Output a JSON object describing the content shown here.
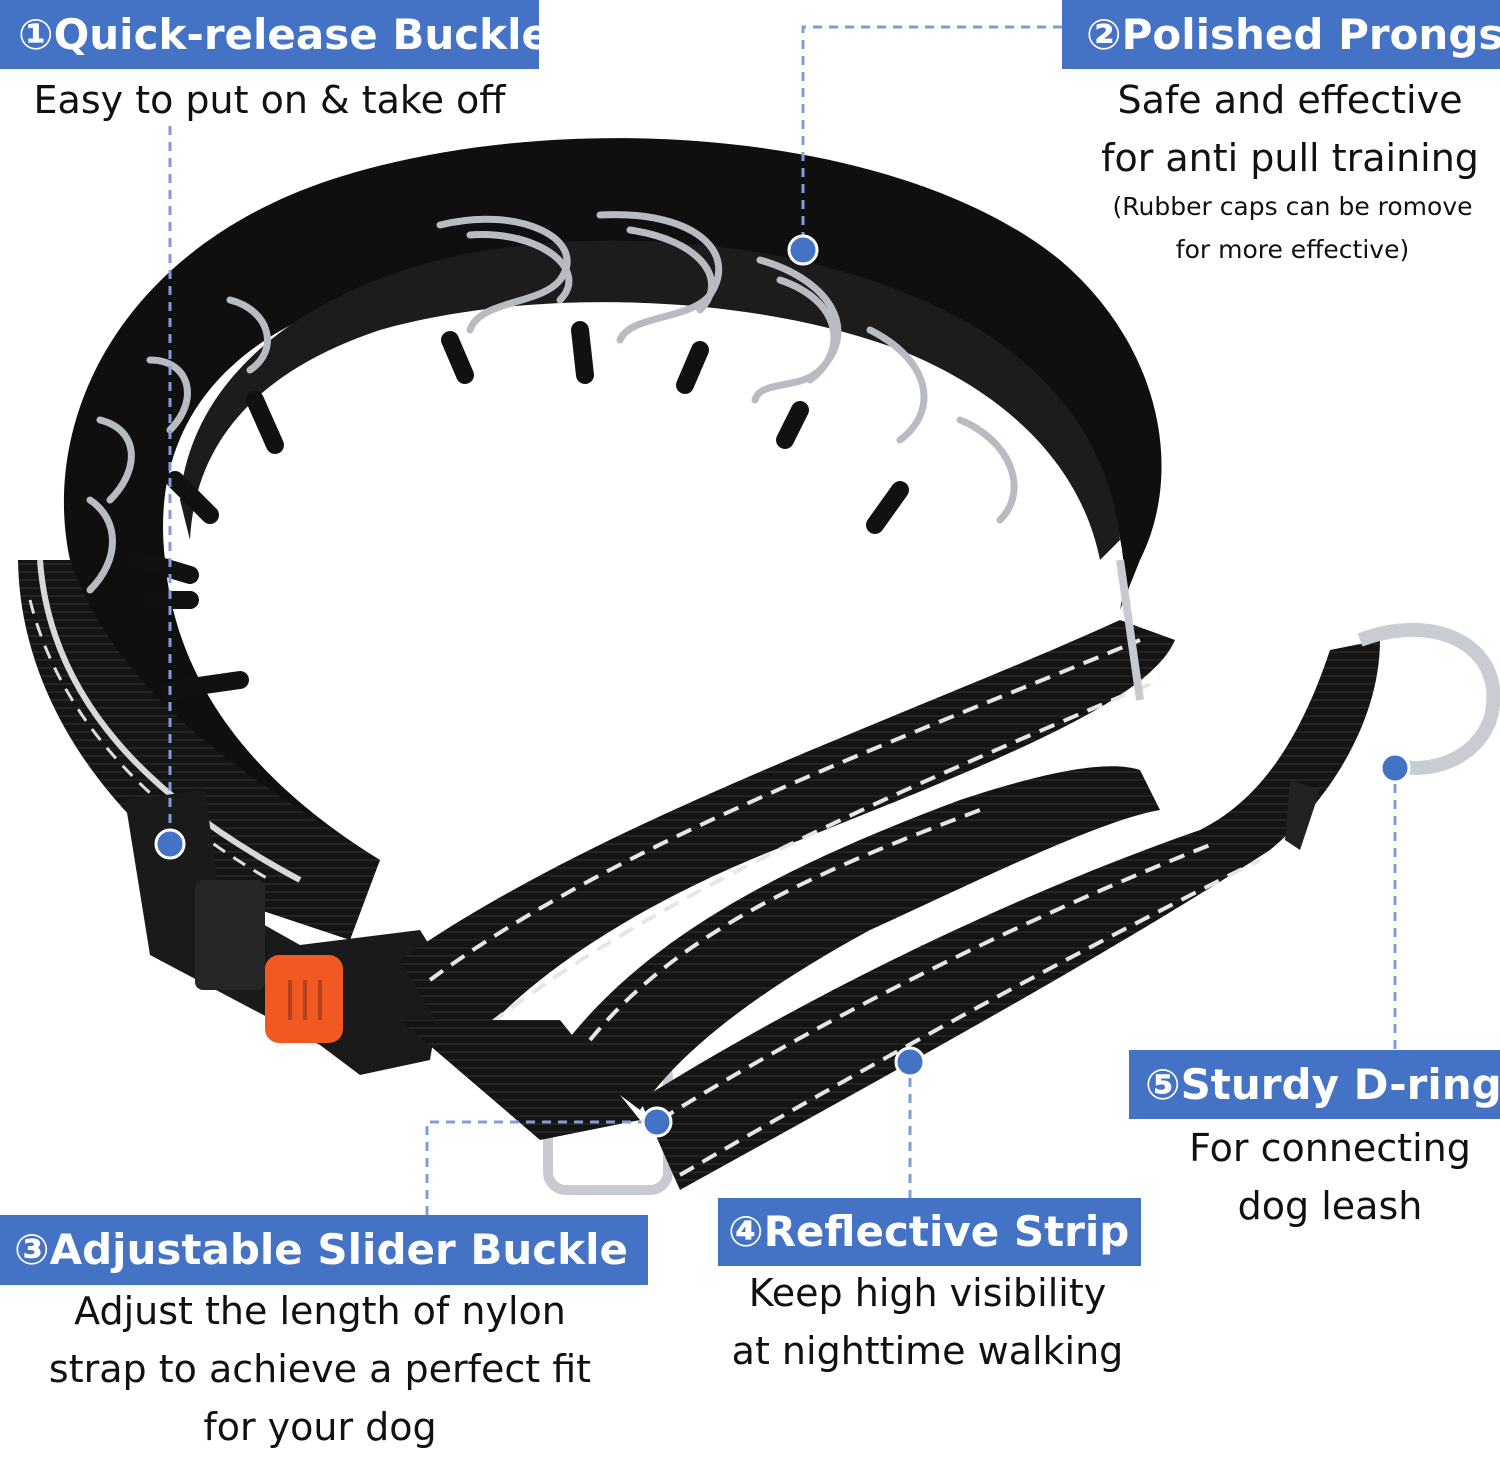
{
  "callouts": [
    {
      "number": "①",
      "title": "Quick-release Buckle",
      "description": [
        "Easy to put on & take off"
      ]
    },
    {
      "number": "②",
      "title": "Polished Prongs",
      "description": [
        "Safe and effective",
        "for anti pull training"
      ],
      "note": [
        "(Rubber caps can be romove",
        "for more effective)"
      ]
    },
    {
      "number": "③",
      "title": "Adjustable Slider Buckle",
      "description": [
        "Adjust the length of nylon",
        "strap to achieve a perfect fit",
        "for your dog"
      ]
    },
    {
      "number": "④",
      "title": "Reflective Strip",
      "description": [
        "Keep high visibility",
        "at nighttime walking"
      ]
    },
    {
      "number": "⑤",
      "title": "Sturdy D-ring",
      "description": [
        "For connecting",
        "dog leash"
      ]
    }
  ],
  "colors": {
    "badge_background": "#4472c4",
    "badge_text": "#ffffff",
    "leader_line": "#7f9fd6",
    "marker_dot": "#4472c4",
    "collar": "#111111",
    "stitching": "#e6e6e6",
    "metal": "#b8bcc2",
    "release_button": "#f05a22"
  },
  "icons": {
    "product": "prong-collar-illustration",
    "marker": "callout-dot-icon"
  }
}
